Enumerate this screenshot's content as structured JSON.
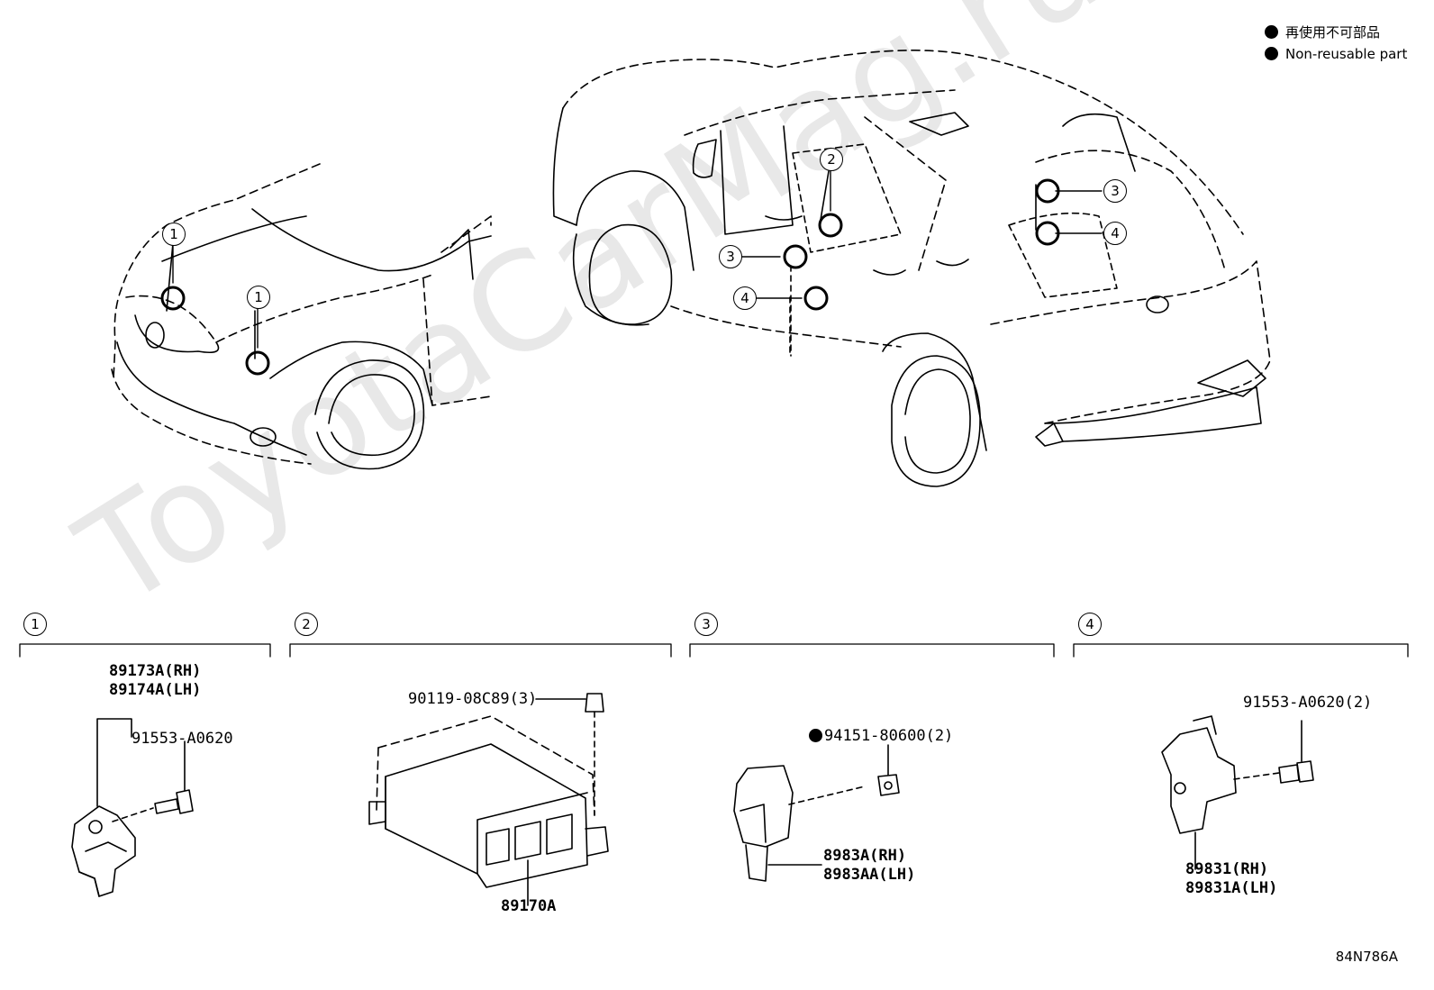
{
  "watermark": "ToyotaCarMag.ru",
  "legend": {
    "line1": "再使用不可部品",
    "line2": "Non-reusable part",
    "dot_color": "#000000"
  },
  "callout_numbers": [
    "1",
    "2",
    "3",
    "4"
  ],
  "sections": [
    {
      "number": "1",
      "parts": [
        "89173A(RH)",
        "89174A(LH)",
        "91553-A0620"
      ]
    },
    {
      "number": "2",
      "parts": [
        "90119-08C89(3)",
        "89170A"
      ]
    },
    {
      "number": "3",
      "parts": [
        "94151-80600(2)",
        "8983A(RH)",
        "8983AA(LH)"
      ]
    },
    {
      "number": "4",
      "parts": [
        "91553-A0620(2)",
        "89831(RH)",
        "89831A(LH)"
      ]
    }
  ],
  "figure_code": "84N786A",
  "icons": [
    "car-front-icon",
    "car-interior-icon",
    "front-sensor-icon",
    "airbag-ecu-icon",
    "side-sensor-icon",
    "rear-sensor-icon",
    "bolt-icon",
    "nut-icon"
  ]
}
